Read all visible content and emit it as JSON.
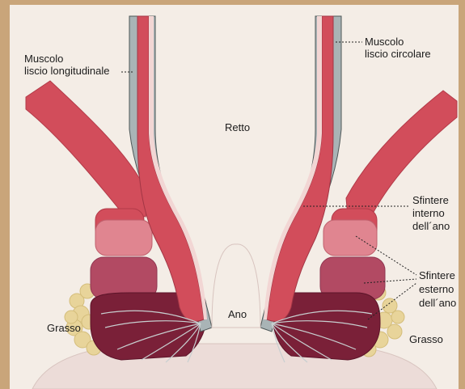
{
  "labels": {
    "longitudinal_muscle": [
      "Muscolo",
      "liscio longitudinale"
    ],
    "circular_muscle": [
      "Muscolo",
      "liscio circolare"
    ],
    "rectum": "Retto",
    "internal_sphincter": [
      "Sfintere",
      "interno",
      "dell´ano"
    ],
    "external_sphincter": [
      "Sfintere",
      "esterno",
      "dell´ano"
    ],
    "anus": "Ano",
    "fat_left": "Grasso",
    "fat_right": "Grasso"
  },
  "colors": {
    "paper": "#f4ede6",
    "border": "#c9a57a",
    "muscle_red": "#d24d5b",
    "muscle_light": "#e07681",
    "muscle_pink": "#cf6070",
    "muscle_mauve": "#b24a63",
    "muscle_dark": "#7a2038",
    "muscle_dark2": "#8c2b44",
    "wall_gray": "#a9b4b6",
    "wall_dark": "#4d5657",
    "fat_yellow": "#e8d49a",
    "skin": "#ecdcd8"
  }
}
